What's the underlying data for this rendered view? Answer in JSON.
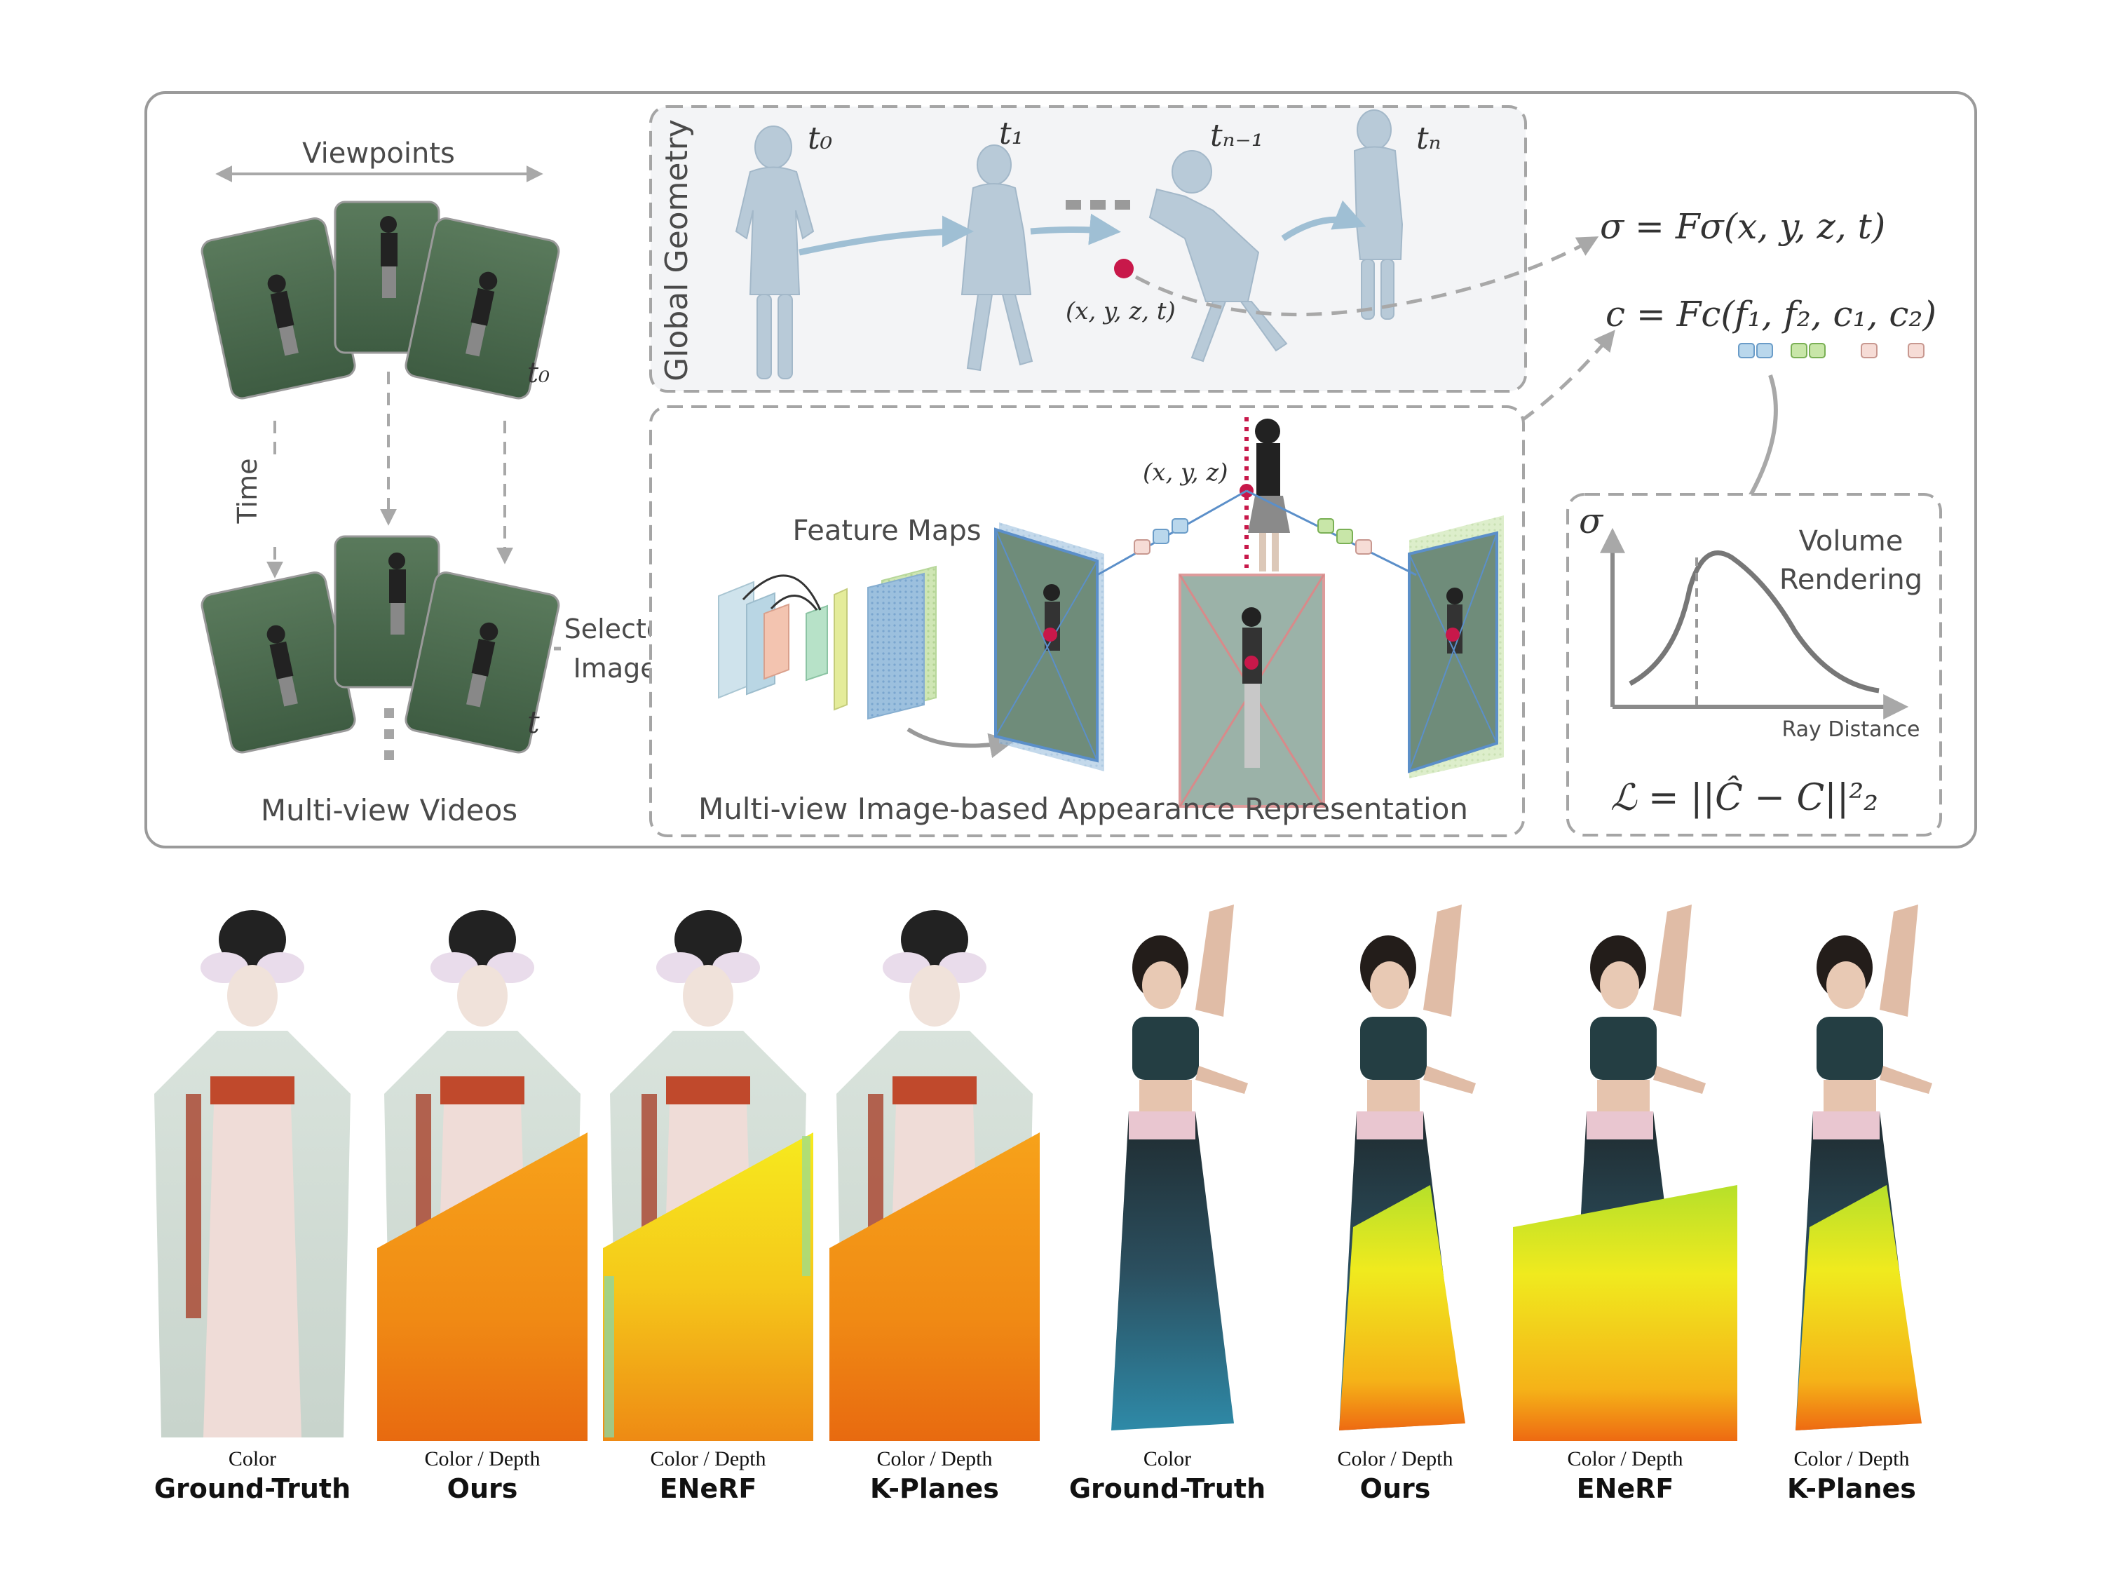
{
  "pipeline": {
    "viewpoints_label": "Viewpoints",
    "time_label": "Time",
    "t0_label": "t₀",
    "t_label": "t",
    "multiview_videos_label": "Multi-view Videos",
    "selected_images_label": "Selected Images",
    "selected_images_line1": "Selected",
    "selected_images_line2": "Images",
    "global_geometry_label": "Global Geometry",
    "time_steps": [
      "t₀",
      "t₁",
      "tₙ₋₁",
      "tₙ"
    ],
    "point_4d": "(x, y, z, t)",
    "point_3d": "(x, y, z)",
    "feature_maps_label": "Feature Maps",
    "appearance_repr_label": "Multi-view Image-based Appearance Representation",
    "sigma_equation": "σ = Fσ(x, y, z, t)",
    "color_equation": "c = Fc(f₁, f₂, c₁, c₂)",
    "volume_rendering_line1": "Volume",
    "volume_rendering_line2": "Rendering",
    "sigma_axis": "σ",
    "ray_distance_label": "Ray Distance",
    "loss_equation": "ℒ = ||Ĉ − C||²₂"
  },
  "results": {
    "panels": [
      {
        "sub": "Color",
        "method": "Ground-Truth",
        "subject": "hanfu",
        "depth": false
      },
      {
        "sub": "Color / Depth",
        "method": "Ours",
        "subject": "hanfu",
        "depth": true
      },
      {
        "sub": "Color / Depth",
        "method": "ENeRF",
        "subject": "hanfu",
        "depth": true
      },
      {
        "sub": "Color / Depth",
        "method": "K-Planes",
        "subject": "hanfu",
        "depth": true
      },
      {
        "sub": "Color",
        "method": "Ground-Truth",
        "subject": "dancer",
        "depth": false
      },
      {
        "sub": "Color / Depth",
        "method": "Ours",
        "subject": "dancer",
        "depth": true
      },
      {
        "sub": "Color / Depth",
        "method": "ENeRF",
        "subject": "dancer",
        "depth": true
      },
      {
        "sub": "Color / Depth",
        "method": "K-Planes",
        "subject": "dancer",
        "depth": true
      }
    ]
  },
  "colors": {
    "frame": "#9a9a9a",
    "dashed": "#a5a5a5",
    "arrow": "#a8a8a8",
    "geometry_fill": "#b8cad8",
    "path_blue": "#9fbfd4",
    "point_red": "#c8184a",
    "green_photo": "#4a6b4e",
    "camera_blue": "#5b8fc9",
    "camera_pink": "#d88a8a",
    "depth_orange": "#f08a1a",
    "depth_yellow": "#f2e21a"
  }
}
